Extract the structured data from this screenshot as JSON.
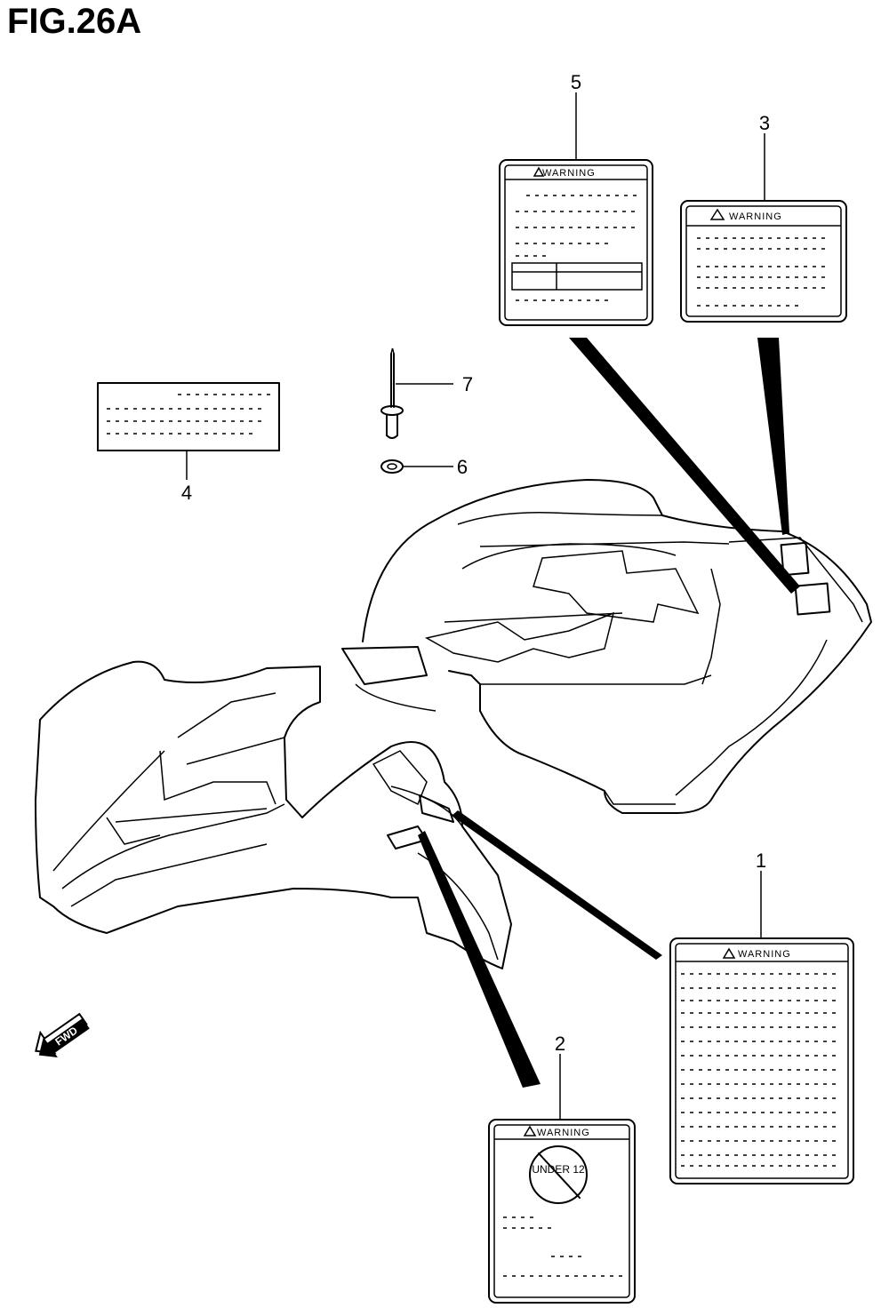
{
  "figure": {
    "title": "FIG.26A"
  },
  "callouts": [
    "1",
    "2",
    "3",
    "4",
    "5",
    "6",
    "7"
  ],
  "labels": {
    "label1_heading": "WARNING",
    "label2_heading": "WARNING",
    "label3_heading": "WARNING",
    "label5_heading": "WARNING",
    "label2_badge": "UNDER 12"
  },
  "direction": {
    "text": "FWD"
  }
}
